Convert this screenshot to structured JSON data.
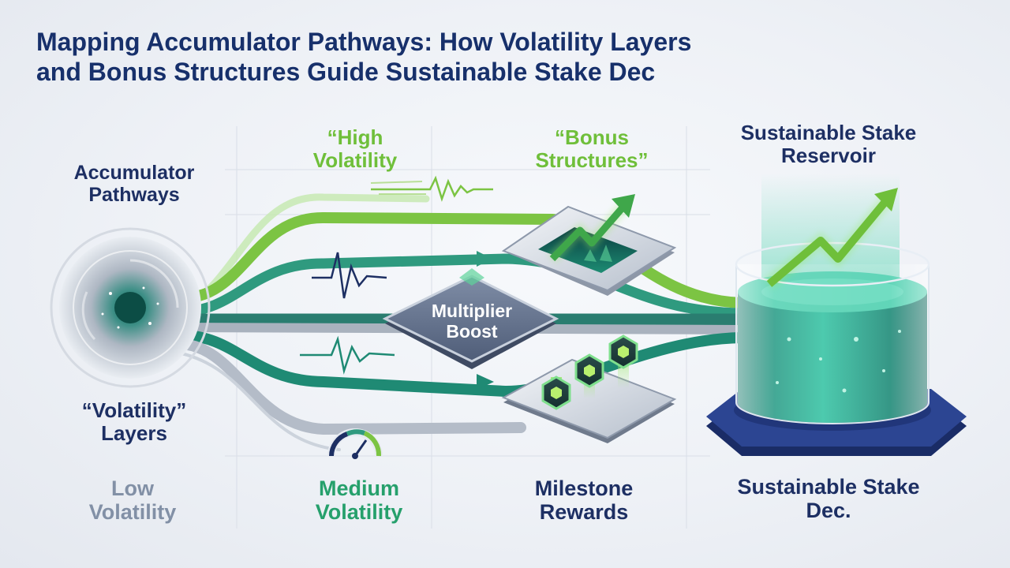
{
  "title": {
    "line1": "Mapping Accumulator Pathways: How Volatility Layers",
    "line2": "and Bonus Structures Guide Sustainable Stake Dec"
  },
  "labels": {
    "accumulator_pathways": [
      "Accumulator",
      "Pathways"
    ],
    "high_volatility": [
      "“High",
      "Volatility"
    ],
    "bonus_structures": [
      "“Bonus",
      "Structures”"
    ],
    "reservoir_title": [
      "Sustainable Stake",
      "Reservoir"
    ],
    "multiplier_boost": [
      "Multiplier",
      "Boost"
    ],
    "volatility_layers": [
      "“Volatility”",
      "Layers"
    ],
    "low_volatility": [
      "Low",
      "Volatility"
    ],
    "medium_volatility": [
      "Medium",
      "Volatility"
    ],
    "milestone_rewards": [
      "Milestone",
      "Rewards"
    ],
    "stake_decision": [
      "Sustainable Stake",
      "Dec."
    ]
  },
  "colors": {
    "title": "#17306b",
    "navy": "#1d2f63",
    "lime": "#6fbf3a",
    "teal": "#1f8a74",
    "gray_label": "#8290a6",
    "medium_green": "#26a06c",
    "reservoir": "#2fb89a"
  },
  "icons": [
    "vortex-icon",
    "waveform-icon",
    "rising-arrow-icon",
    "hexagon-badge-icon",
    "gauge-icon",
    "trend-arrow-icon"
  ]
}
